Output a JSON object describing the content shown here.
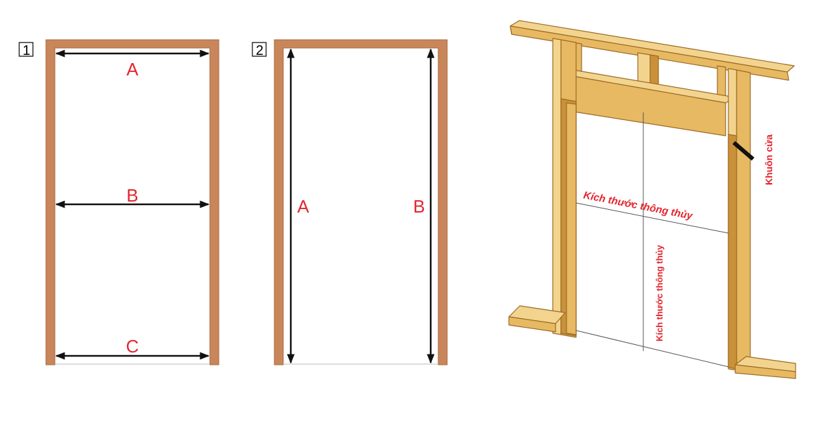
{
  "colors": {
    "frame": "#c9865a",
    "frame_edge": "#a8693f",
    "arrow": "#111111",
    "label_red": "#e3262d",
    "wood_light": "#f3d48e",
    "wood_mid": "#e7b962",
    "wood_dark": "#c9913a",
    "wood_line": "#9c6a24"
  },
  "panel1": {
    "badge": "1",
    "labels": {
      "a": "A",
      "b": "B",
      "c": "C"
    }
  },
  "panel2": {
    "badge": "2",
    "labels": {
      "a": "A",
      "b": "B"
    }
  },
  "panel3": {
    "frame_label": "Khuôn cửa",
    "clear_width_label": "Kích thước thông thủy",
    "clear_height_label": "Kích thước thông thủy",
    "pointer_icon": "black-arrow-icon"
  }
}
